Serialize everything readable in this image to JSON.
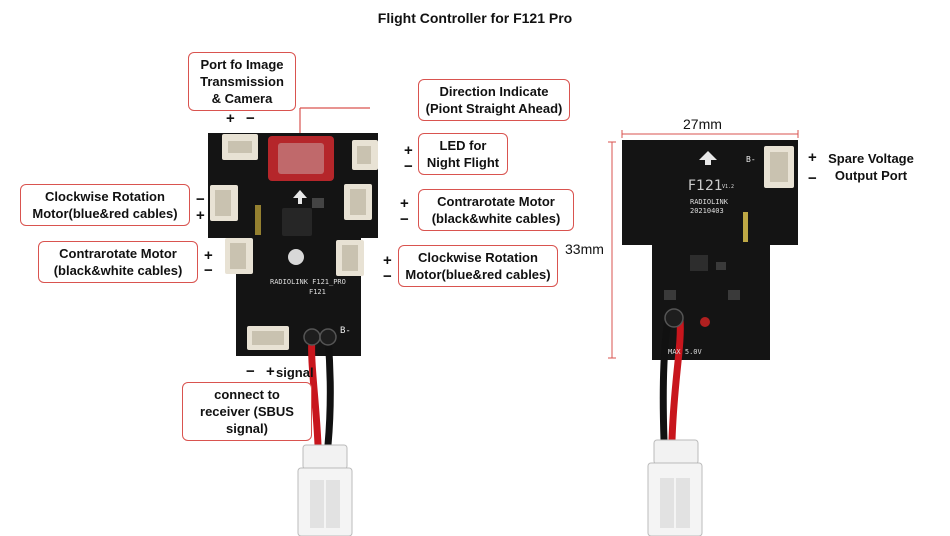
{
  "title": "Flight Controller for F121 Pro",
  "labels": {
    "port_image": "Port fo Image Transmission & Camera",
    "direction": "Direction Indicate (Piont Straight Ahead)",
    "led": "LED for Night Flight",
    "cw_left": "Clockwise Rotation Motor(blue&red cables)",
    "ccw_right": "Contrarotate Motor (black&white cables)",
    "ccw_left": "Contrarotate Motor (black&white cables)",
    "cw_right": "Clockwise Rotation Motor(blue&red cables)",
    "receiver": "connect to receiver (SBUS signal)",
    "spare": "Spare Voltage Output Port"
  },
  "signs": {
    "plus": "+",
    "minus": "−",
    "signal": "signal"
  },
  "dimensions": {
    "width": "27mm",
    "height": "33mm"
  },
  "pcb_text": {
    "front_brand": "RADIOLINK F121_PRO",
    "front_model": "F121",
    "front_b_minus": "B-",
    "back_model": "F121",
    "back_brand": "RADIOLINK",
    "back_date": "20210403",
    "back_version": "V1.2",
    "back_b_minus": "B-",
    "back_max": "MAX 5.0V"
  },
  "colors": {
    "label_border": "#d9534f",
    "pcb": "#141414",
    "connector": "#e8e2d4",
    "red_wire": "#c8161d",
    "black_wire": "#111111"
  }
}
